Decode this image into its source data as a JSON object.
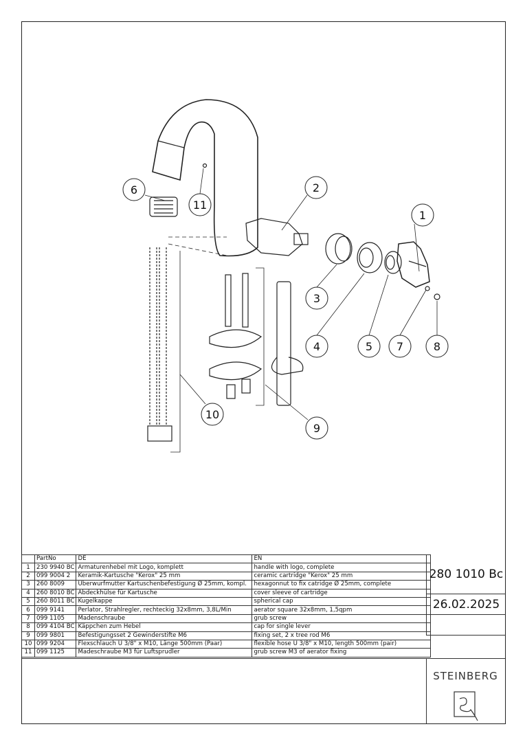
{
  "drawing": {
    "callouts": [
      "1",
      "2",
      "3",
      "4",
      "5",
      "6",
      "7",
      "8",
      "9",
      "10",
      "11"
    ]
  },
  "table": {
    "headers": {
      "no": "",
      "part": "PartNo",
      "de": "DE",
      "en": "EN"
    },
    "rows": [
      {
        "no": "1",
        "part": "230 9940 BC",
        "de": "Armaturenhebel mit Logo, komplett",
        "en": "handle with logo, complete"
      },
      {
        "no": "2",
        "part": "099 9004 2",
        "de": "Keramik-Kartusche \"Kerox\" 25 mm",
        "en": "ceramic cartridge \"Kerox\" 25 mm"
      },
      {
        "no": "3",
        "part": "260 8009",
        "de": "Überwurfmutter Kartuschenbefestigung Ø 25mm, kompl.",
        "en": "hexagonnut to fix catridge Ø 25mm, complete"
      },
      {
        "no": "4",
        "part": "260 8010 BC",
        "de": "Abdeckhülse für Kartusche",
        "en": "cover  sleeve of cartridge"
      },
      {
        "no": "5",
        "part": "260 8011 BC",
        "de": "Kugelkappe",
        "en": "spherical cap"
      },
      {
        "no": "6",
        "part": "099 9141",
        "de": "Perlator, Strahlregler, rechteckig 32x8mm, 3,8L/Min",
        "en": "aerator square 32x8mm, 1,5qpm"
      },
      {
        "no": "7",
        "part": "099 1105",
        "de": "Madenschraube",
        "en": "grub screw"
      },
      {
        "no": "8",
        "part": "099 4104 BC",
        "de": "Käppchen zum Hebel",
        "en": "cap for single lever"
      },
      {
        "no": "9",
        "part": "099 9801",
        "de": "Befestigungsset 2 Gewinderstifte M6",
        "en": "fixing set, 2 x tree rod M6"
      },
      {
        "no": "10",
        "part": "099 9204",
        "de": "Flexschlauch Ü 3/8\" x M10, Länge 500mm (Paar)",
        "en": "flexible hose Ü 3/8\" x M10, length 500mm (pair)"
      },
      {
        "no": "11",
        "part": "099 1125",
        "de": "Madeschraube M3 für Luftsprudler",
        "en": "grub screw M3 of aerator fixing"
      }
    ]
  },
  "title_block": {
    "article_no": "280 1010 Bc",
    "date": "26.02.2025",
    "brand": "STEINBERG"
  }
}
